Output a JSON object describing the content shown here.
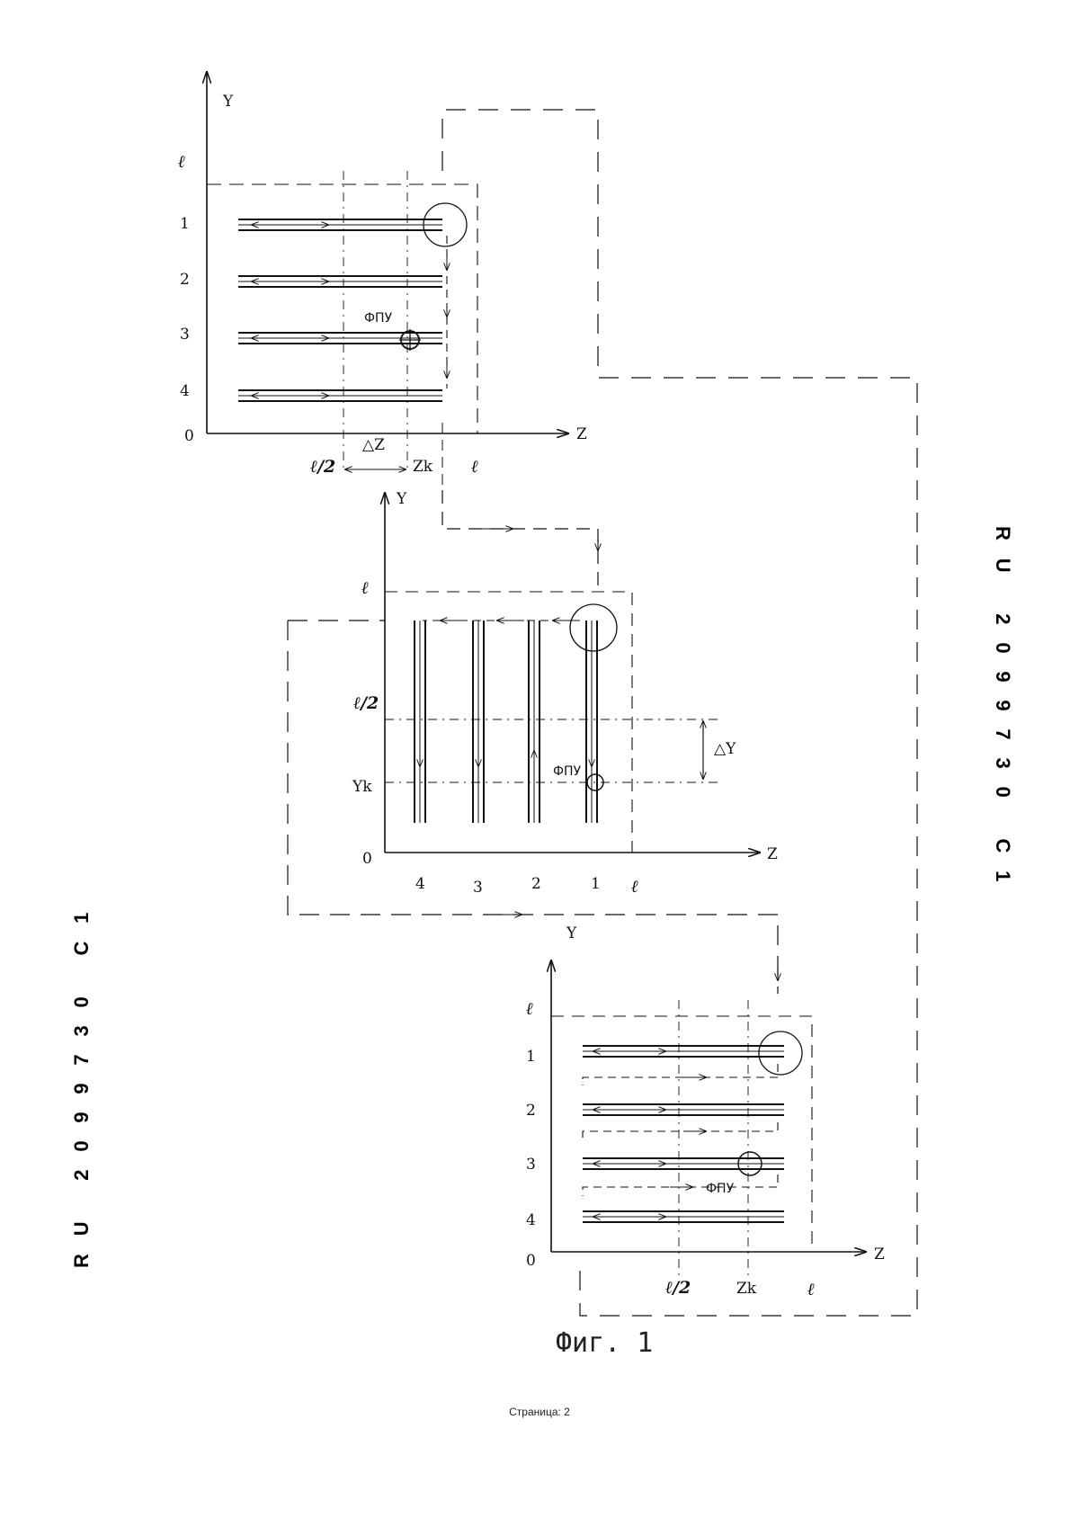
{
  "side_codes": {
    "right": "RU 2099730 C1",
    "left": "RU 2099730 C1"
  },
  "figure_caption": "Фиг. 1",
  "page_label": "Страница: 2",
  "diagram1": {
    "axis_y": "Y",
    "axis_z": "Z",
    "origin": "0",
    "top_tick": "ℓ",
    "row_labels": [
      "1",
      "2",
      "3",
      "4"
    ],
    "x_tick_half": "ℓ/2",
    "x_tick_delta": "△Z",
    "x_tick_zk": "Zk",
    "x_tick_l": "ℓ",
    "device_label": "ФПУ"
  },
  "diagram2": {
    "axis_y": "Y",
    "axis_z": "Z",
    "origin": "0",
    "top_tick": "ℓ",
    "half_tick": "ℓ/2",
    "yk_tick": "Yk",
    "delta_label": "△Y",
    "col_labels": [
      "4",
      "3",
      "2",
      "1"
    ],
    "x_tick_l": "ℓ",
    "device_label": "ФПУ"
  },
  "diagram3": {
    "axis_y": "Y",
    "axis_z": "Z",
    "origin": "0",
    "top_tick": "ℓ",
    "row_labels": [
      "1",
      "2",
      "3",
      "4"
    ],
    "x_tick_half": "ℓ/2",
    "x_tick_zk": "Zk",
    "x_tick_l": "ℓ",
    "device_label": "ФПУ"
  }
}
